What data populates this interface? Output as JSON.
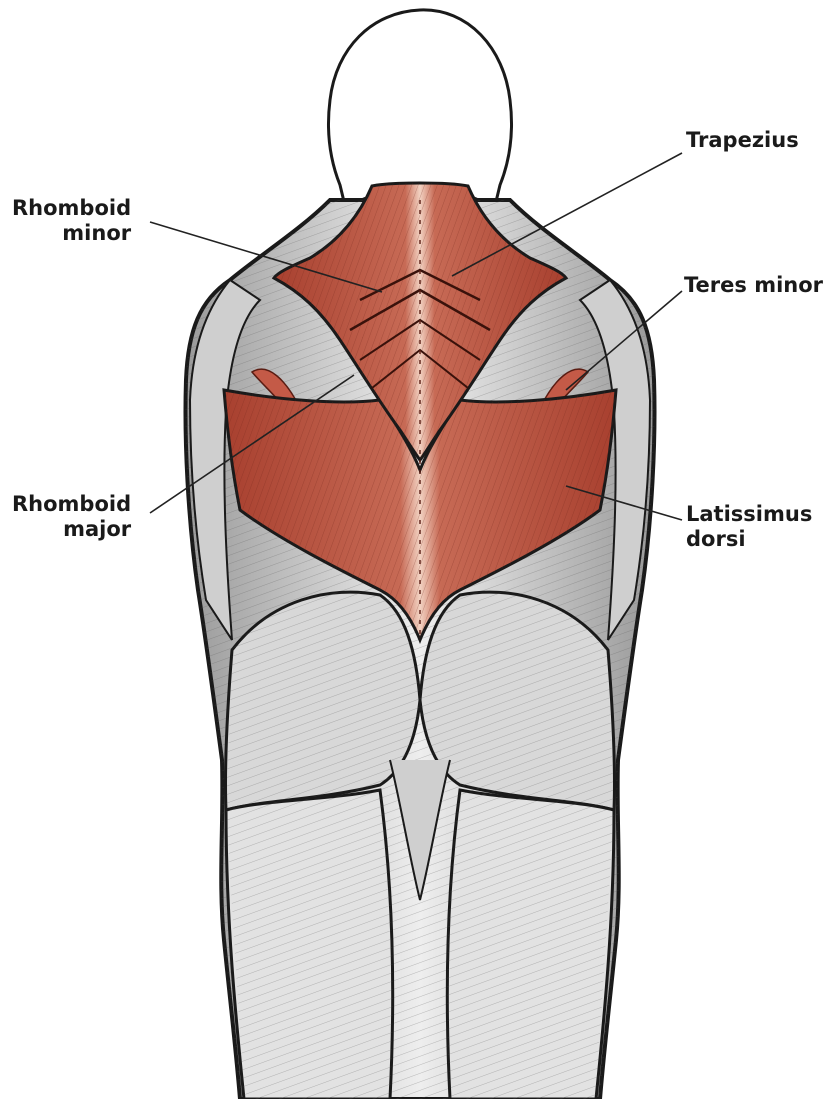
{
  "labels": {
    "trapezius": [
      "Trapezius"
    ],
    "teres_minor": [
      "Teres minor"
    ],
    "rhomboid_minor": [
      "Rhomboid",
      "minor"
    ],
    "rhomboid_major": [
      "Rhomboid",
      "major"
    ],
    "latissimus_dorsi": [
      "Latissimus",
      "dorsi"
    ]
  },
  "colors": {
    "highlighted_muscle": "#b24a3a",
    "highlight_light": "#e9b29f",
    "skin_outline": "#1a1a1a",
    "leader_line": "#222222",
    "background": "#ffffff"
  }
}
